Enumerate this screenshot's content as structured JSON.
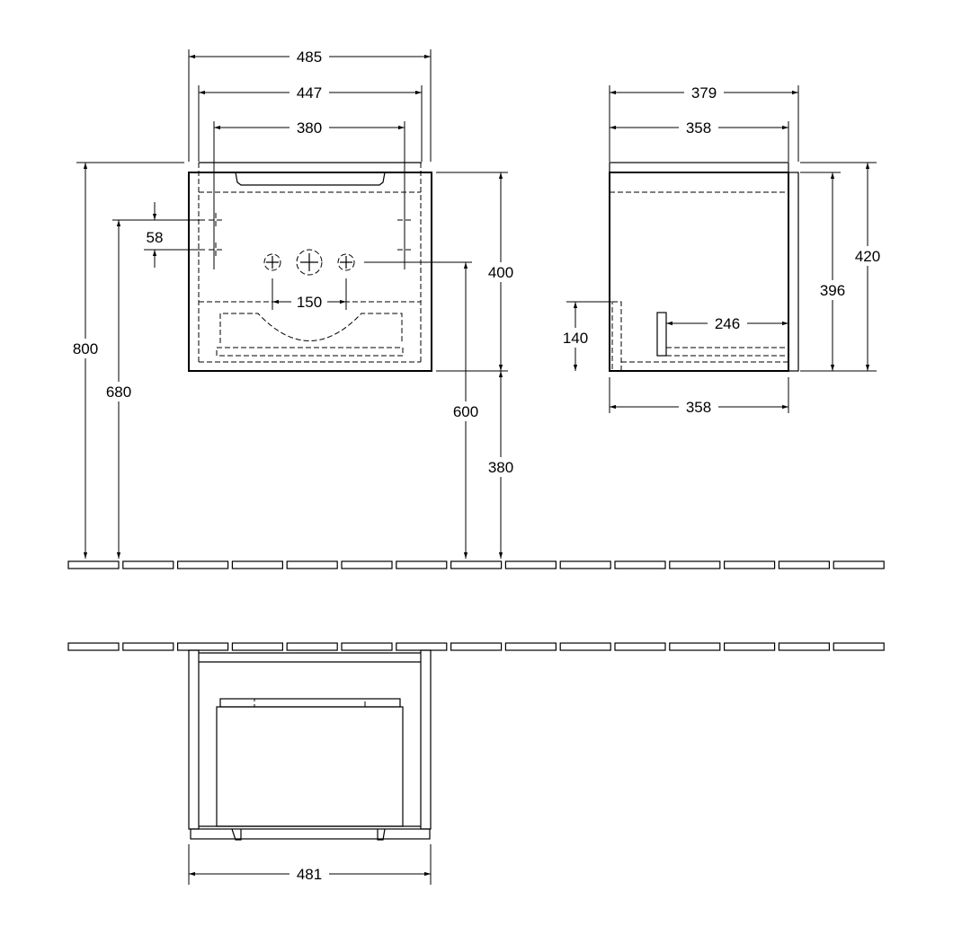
{
  "front_view": {
    "width_total": "485",
    "width_inner": "447",
    "mount_spacing": "380",
    "mount_vertical": "58",
    "total_height": "800",
    "mount_height": "680",
    "tap_height": "600",
    "cabinet_height": "400",
    "floor_clearance": "380",
    "tap_spacing": "150"
  },
  "side_view": {
    "depth_total": "379",
    "depth_body": "358",
    "height_total": "420",
    "height_body": "396",
    "siphon_height": "140",
    "siphon_depth": "246",
    "depth_bottom": "358"
  },
  "top_view": {
    "width": "481"
  }
}
